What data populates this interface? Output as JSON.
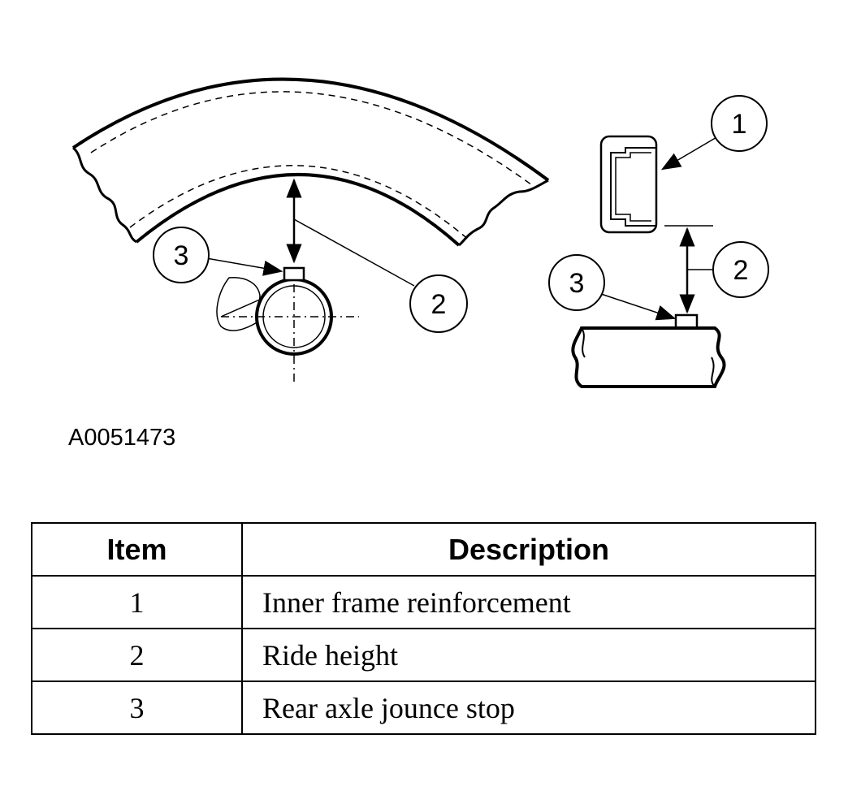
{
  "figure_id": "A0051473",
  "callouts": {
    "left_3": "3",
    "left_2": "2",
    "right_1": "1",
    "right_2": "2",
    "right_3": "3"
  },
  "table": {
    "headers": [
      "Item",
      "Description"
    ],
    "rows": [
      {
        "item": "1",
        "description": "Inner frame reinforcement"
      },
      {
        "item": "2",
        "description": "Ride height"
      },
      {
        "item": "3",
        "description": "Rear axle jounce stop"
      }
    ]
  }
}
